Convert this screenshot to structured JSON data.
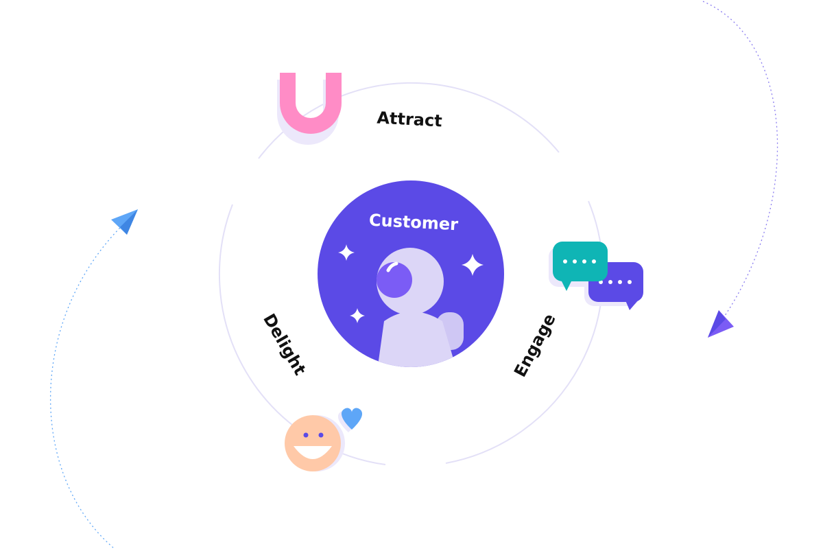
{
  "diagram": {
    "center_label": "Customer",
    "stages": [
      {
        "label": "Attract",
        "icon": "magnet-icon"
      },
      {
        "label": "Engage",
        "icon": "chat-bubbles-icon"
      },
      {
        "label": "Delight",
        "icon": "smiley-heart-icon"
      }
    ]
  },
  "colors": {
    "center_fill": "#5b4ae6",
    "astronaut": "#dcd6f7",
    "visor": "#7b5cf5",
    "ring": "#e3e0f7",
    "magnet": "#ff8cc6",
    "bubble_teal": "#0fb5b5",
    "bubble_purple": "#5b4ae6",
    "smiley": "#ffc9a8",
    "heart": "#5ea6f7",
    "arrow_blue": "#5ea6f7",
    "arrow_purple": "#7b5cf5"
  }
}
